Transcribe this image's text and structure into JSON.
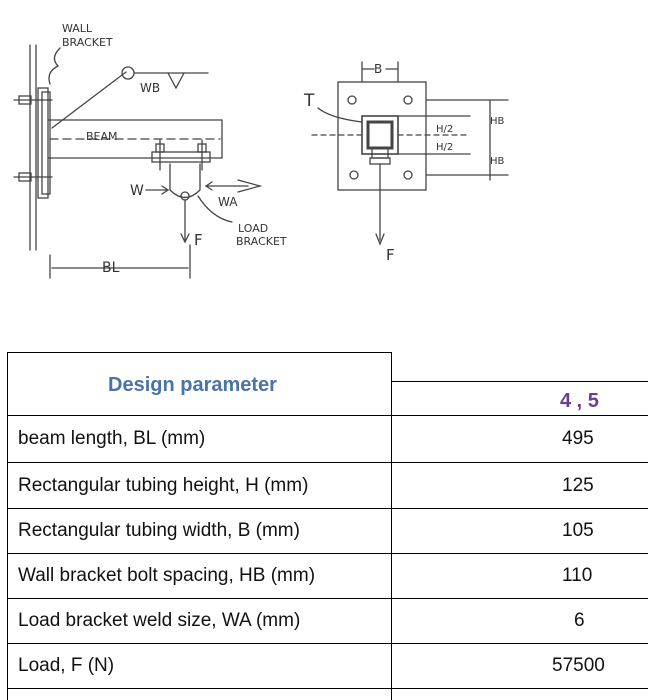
{
  "sketch": {
    "labels": {
      "wall_bracket_1": "WALL",
      "wall_bracket_2": "BRACKET",
      "wb": "WB",
      "beam": "BEAM",
      "w": "W",
      "wa": "WA",
      "f_left": "F",
      "load_bracket_1": "LOAD",
      "load_bracket_2": "BRACKET",
      "bl": "BL",
      "b": "B",
      "t": "T",
      "h2_top": "H/2",
      "h2_bottom": "H/2",
      "hb_top": "HB",
      "hb_bottom": "HB",
      "f_right": "F"
    }
  },
  "table": {
    "header": "Design parameter",
    "column": "4 , 5",
    "rows": [
      {
        "label": "beam length, BL (mm)",
        "value": "495"
      },
      {
        "label": "Rectangular tubing height, H (mm)",
        "value": "125"
      },
      {
        "label": "Rectangular tubing width, B (mm)",
        "value": "105"
      },
      {
        "label": "Wall bracket bolt spacing, HB (mm)",
        "value": "110"
      },
      {
        "label": "Load bracket weld size, WA (mm)",
        "value": "6"
      },
      {
        "label": "Load, F (N)",
        "value": "57500"
      }
    ]
  }
}
